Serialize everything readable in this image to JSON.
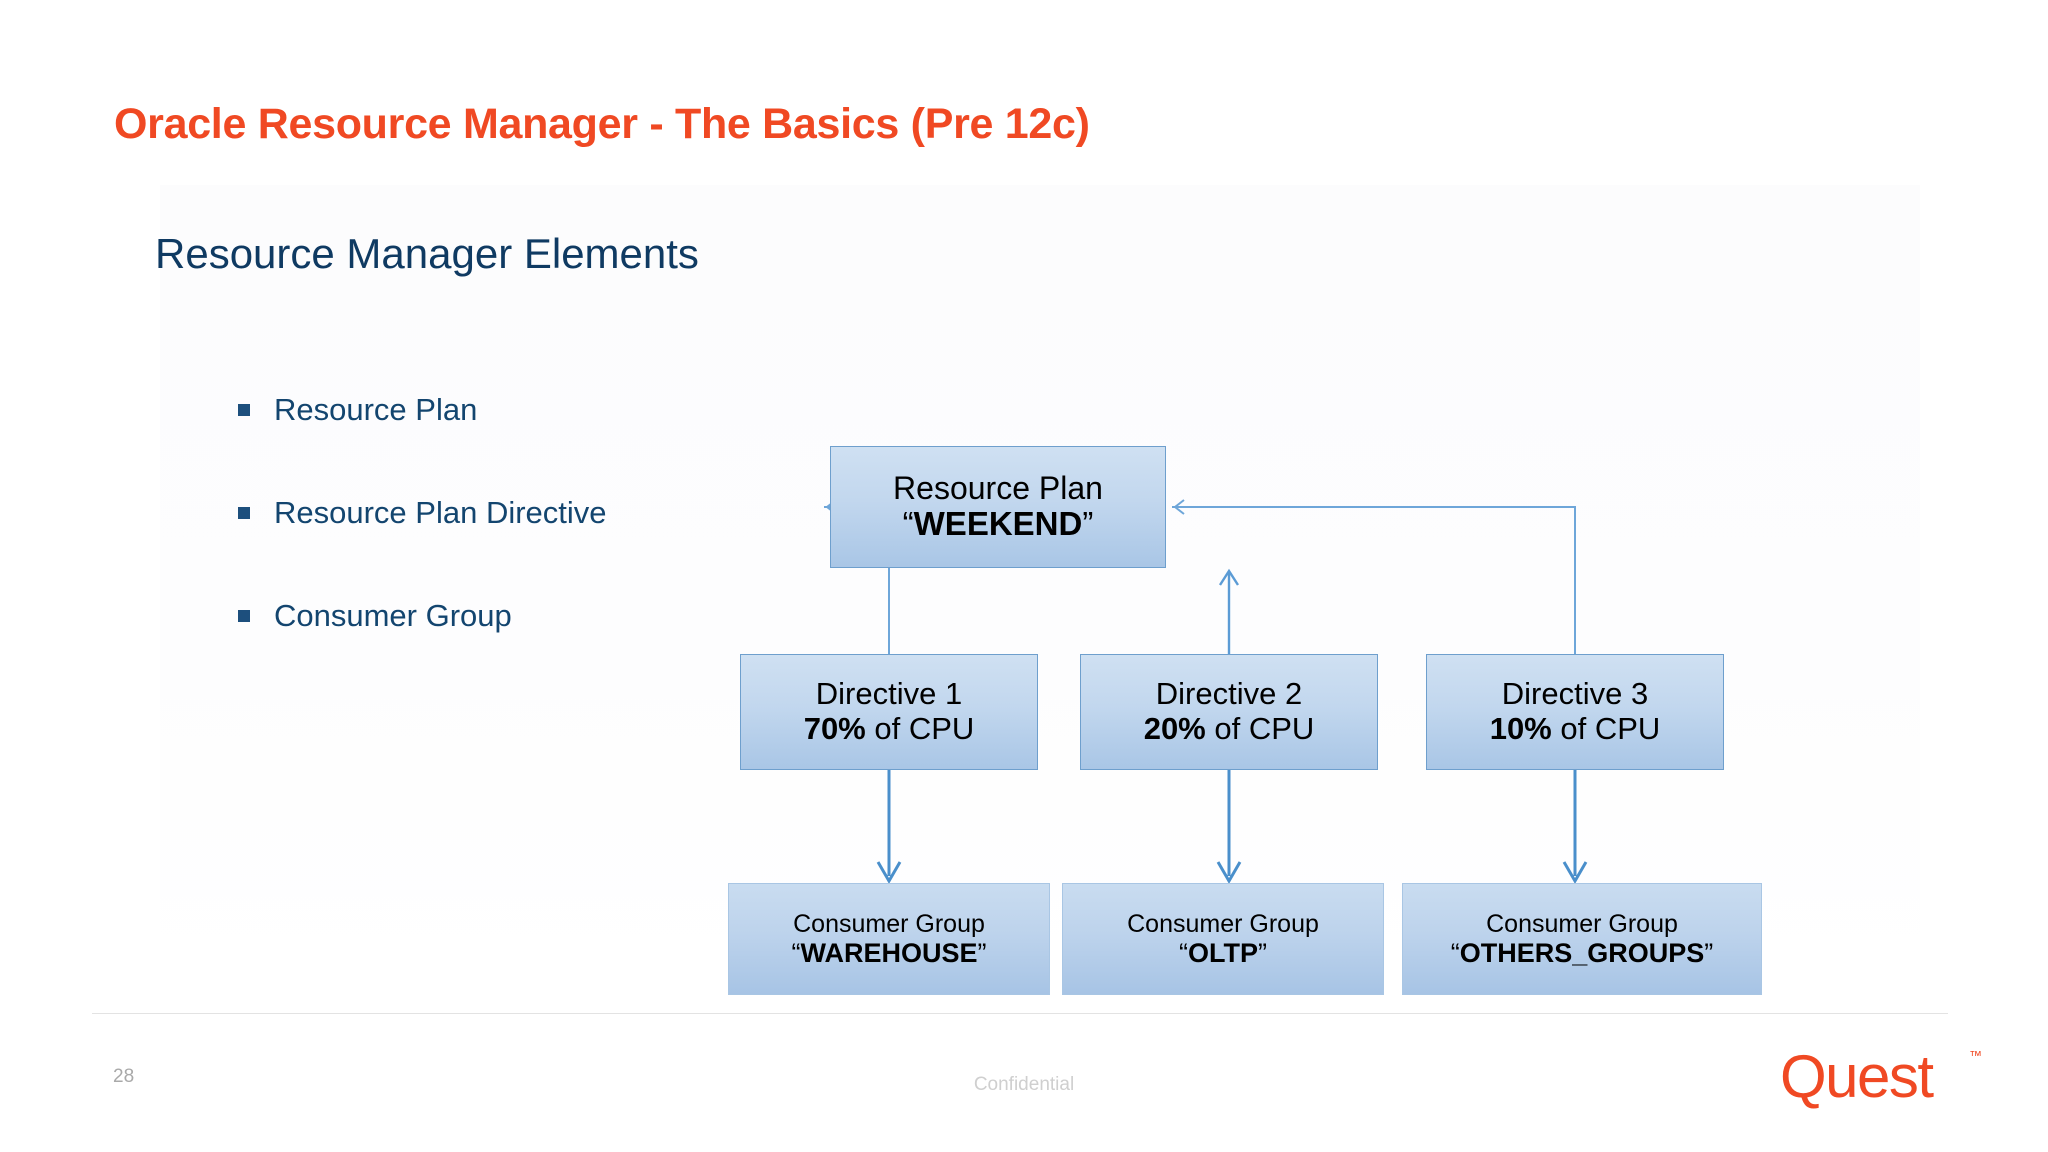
{
  "slide": {
    "title": "Oracle Resource Manager - The Basics (Pre 12c)",
    "subheading": "Resource Manager Elements",
    "title_color": "#f04923",
    "subheading_color": "#0f3a62"
  },
  "bullets": [
    {
      "label": "Resource Plan"
    },
    {
      "label": "Resource Plan Directive"
    },
    {
      "label": "Consumer Group"
    }
  ],
  "diagram": {
    "plan": {
      "line1": "Resource Plan",
      "line2_quote_open": "“",
      "line2_name": "WEEKEND",
      "line2_quote_close": "”"
    },
    "directives": [
      {
        "line1": "Directive 1",
        "percent": "70%",
        "suffix": " of CPU"
      },
      {
        "line1": "Directive 2",
        "percent": "20%",
        "suffix": " of CPU"
      },
      {
        "line1": "Directive 3",
        "percent": "10%",
        "suffix": " of CPU"
      }
    ],
    "consumer_groups": [
      {
        "line1": "Consumer Group",
        "quote_open": "“",
        "name": "WAREHOUSE",
        "quote_close": "”"
      },
      {
        "line1": "Consumer Group",
        "quote_open": "“",
        "name": "OLTP",
        "quote_close": "”"
      },
      {
        "line1": "Consumer Group",
        "quote_open": "“",
        "name": "OTHERS_GROUPS",
        "quote_close": "”"
      }
    ],
    "box_fill_top": "#cfe0f2",
    "box_fill_bottom": "#a9c6e6",
    "box_border": "#6e9fcd",
    "connector_color": "#5b9bd5"
  },
  "footer": {
    "page_number": "28",
    "confidential": "Confidential",
    "logo_text": "Quest",
    "logo_tm": "™",
    "logo_color": "#f04923"
  }
}
